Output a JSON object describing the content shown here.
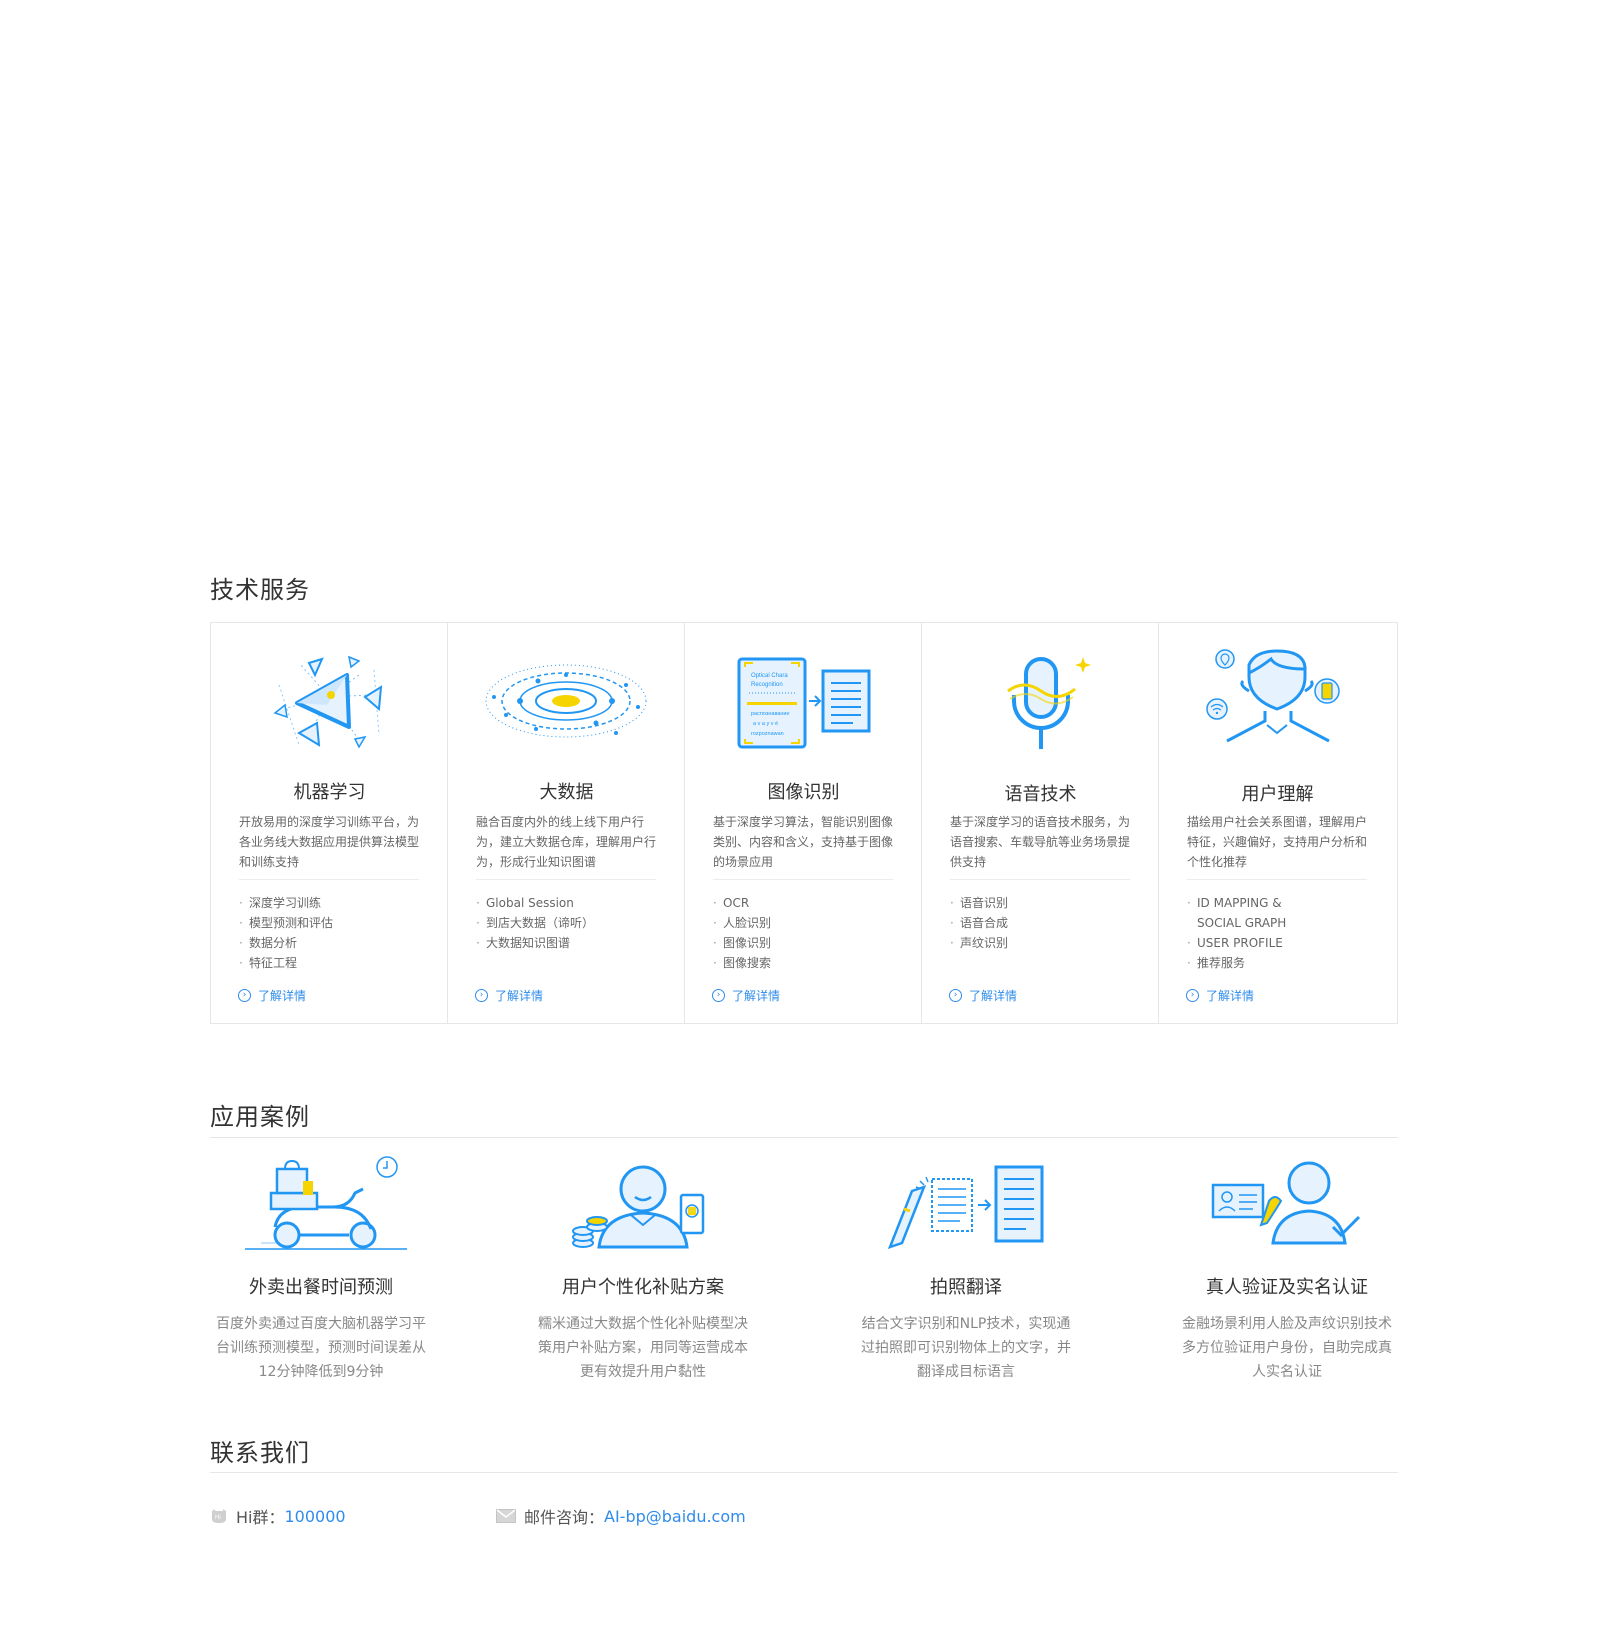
{
  "tech": {
    "heading": "技术服务",
    "more_label": "了解详情",
    "cards": [
      {
        "icon": "machine-learning-icon",
        "title": "机器学习",
        "desc": "开放易用的深度学习训练平台，为各业务线大数据应用提供算法模型和训练支持",
        "items": [
          "深度学习训练",
          "模型预测和评估",
          "数据分析",
          "特征工程"
        ]
      },
      {
        "icon": "big-data-icon",
        "title": "大数据",
        "desc": "融合百度内外的线上线下用户行为，建立大数据仓库，理解用户行为，形成行业知识图谱",
        "items": [
          "Global Session",
          "到店大数据（谛听）",
          "大数据知识图谱"
        ]
      },
      {
        "icon": "image-recognition-icon",
        "title": "图像识别",
        "desc": "基于深度学习算法，智能识别图像类别、内容和含义，支持基于图像的场景应用",
        "items": [
          "OCR",
          "人脸识别",
          "图像识别",
          "图像搜索"
        ],
        "ocr_text": {
          "line1": "Optical Chara",
          "line2": "Recognition",
          "line3": "распознавание",
          "line4": "a v a y v é",
          "line5": "rozpoznawan"
        }
      },
      {
        "icon": "speech-technology-icon",
        "title": "语音技术",
        "desc": "基于深度学习的语音技术服务，为语音搜索、车载导航等业务场景提供支持",
        "items": [
          "语音识别",
          "语音合成",
          "声纹识别"
        ]
      },
      {
        "icon": "user-understanding-icon",
        "title": "用户理解",
        "desc": "描绘用户社会关系图谱，理解用户特征，兴趣偏好，支持用户分析和个性化推荐",
        "items": [
          "ID MAPPING &",
          "SOCIAL GRAPH",
          "USER PROFILE",
          "推荐服务"
        ]
      }
    ]
  },
  "cases": {
    "heading": "应用案例",
    "items": [
      {
        "icon": "delivery-scooter-icon",
        "title": "外卖出餐时间预测",
        "desc": "百度外卖通过百度大脑机器学习平台训练预测模型，预测时间误差从12分钟降低到9分钟"
      },
      {
        "icon": "subsidy-user-icon",
        "title": "用户个性化补贴方案",
        "desc": "糯米通过大数据个性化补贴模型决策用户补贴方案，用同等运营成本更有效提升用户黏性"
      },
      {
        "icon": "photo-translate-icon",
        "title": "拍照翻译",
        "desc": "结合文字识别和NLP技术，实现通过拍照即可识别物体上的文字，并翻译成目标语言"
      },
      {
        "icon": "identity-verify-icon",
        "title": "真人验证及实名认证",
        "desc": "金融场景利用人脸及声纹识别技术多方位验证用户身份，自助完成真人实名认证"
      }
    ]
  },
  "contact": {
    "heading": "联系我们",
    "hi_label": "Hi群：",
    "hi_value": "100000",
    "mail_label": "邮件咨询：",
    "mail_value": "AI-bp@baidu.com"
  },
  "colors": {
    "accent": "#2f8ceb",
    "icon_blue": "#2196f3",
    "icon_yellow": "#f5d400",
    "border": "#e6e6e6"
  }
}
